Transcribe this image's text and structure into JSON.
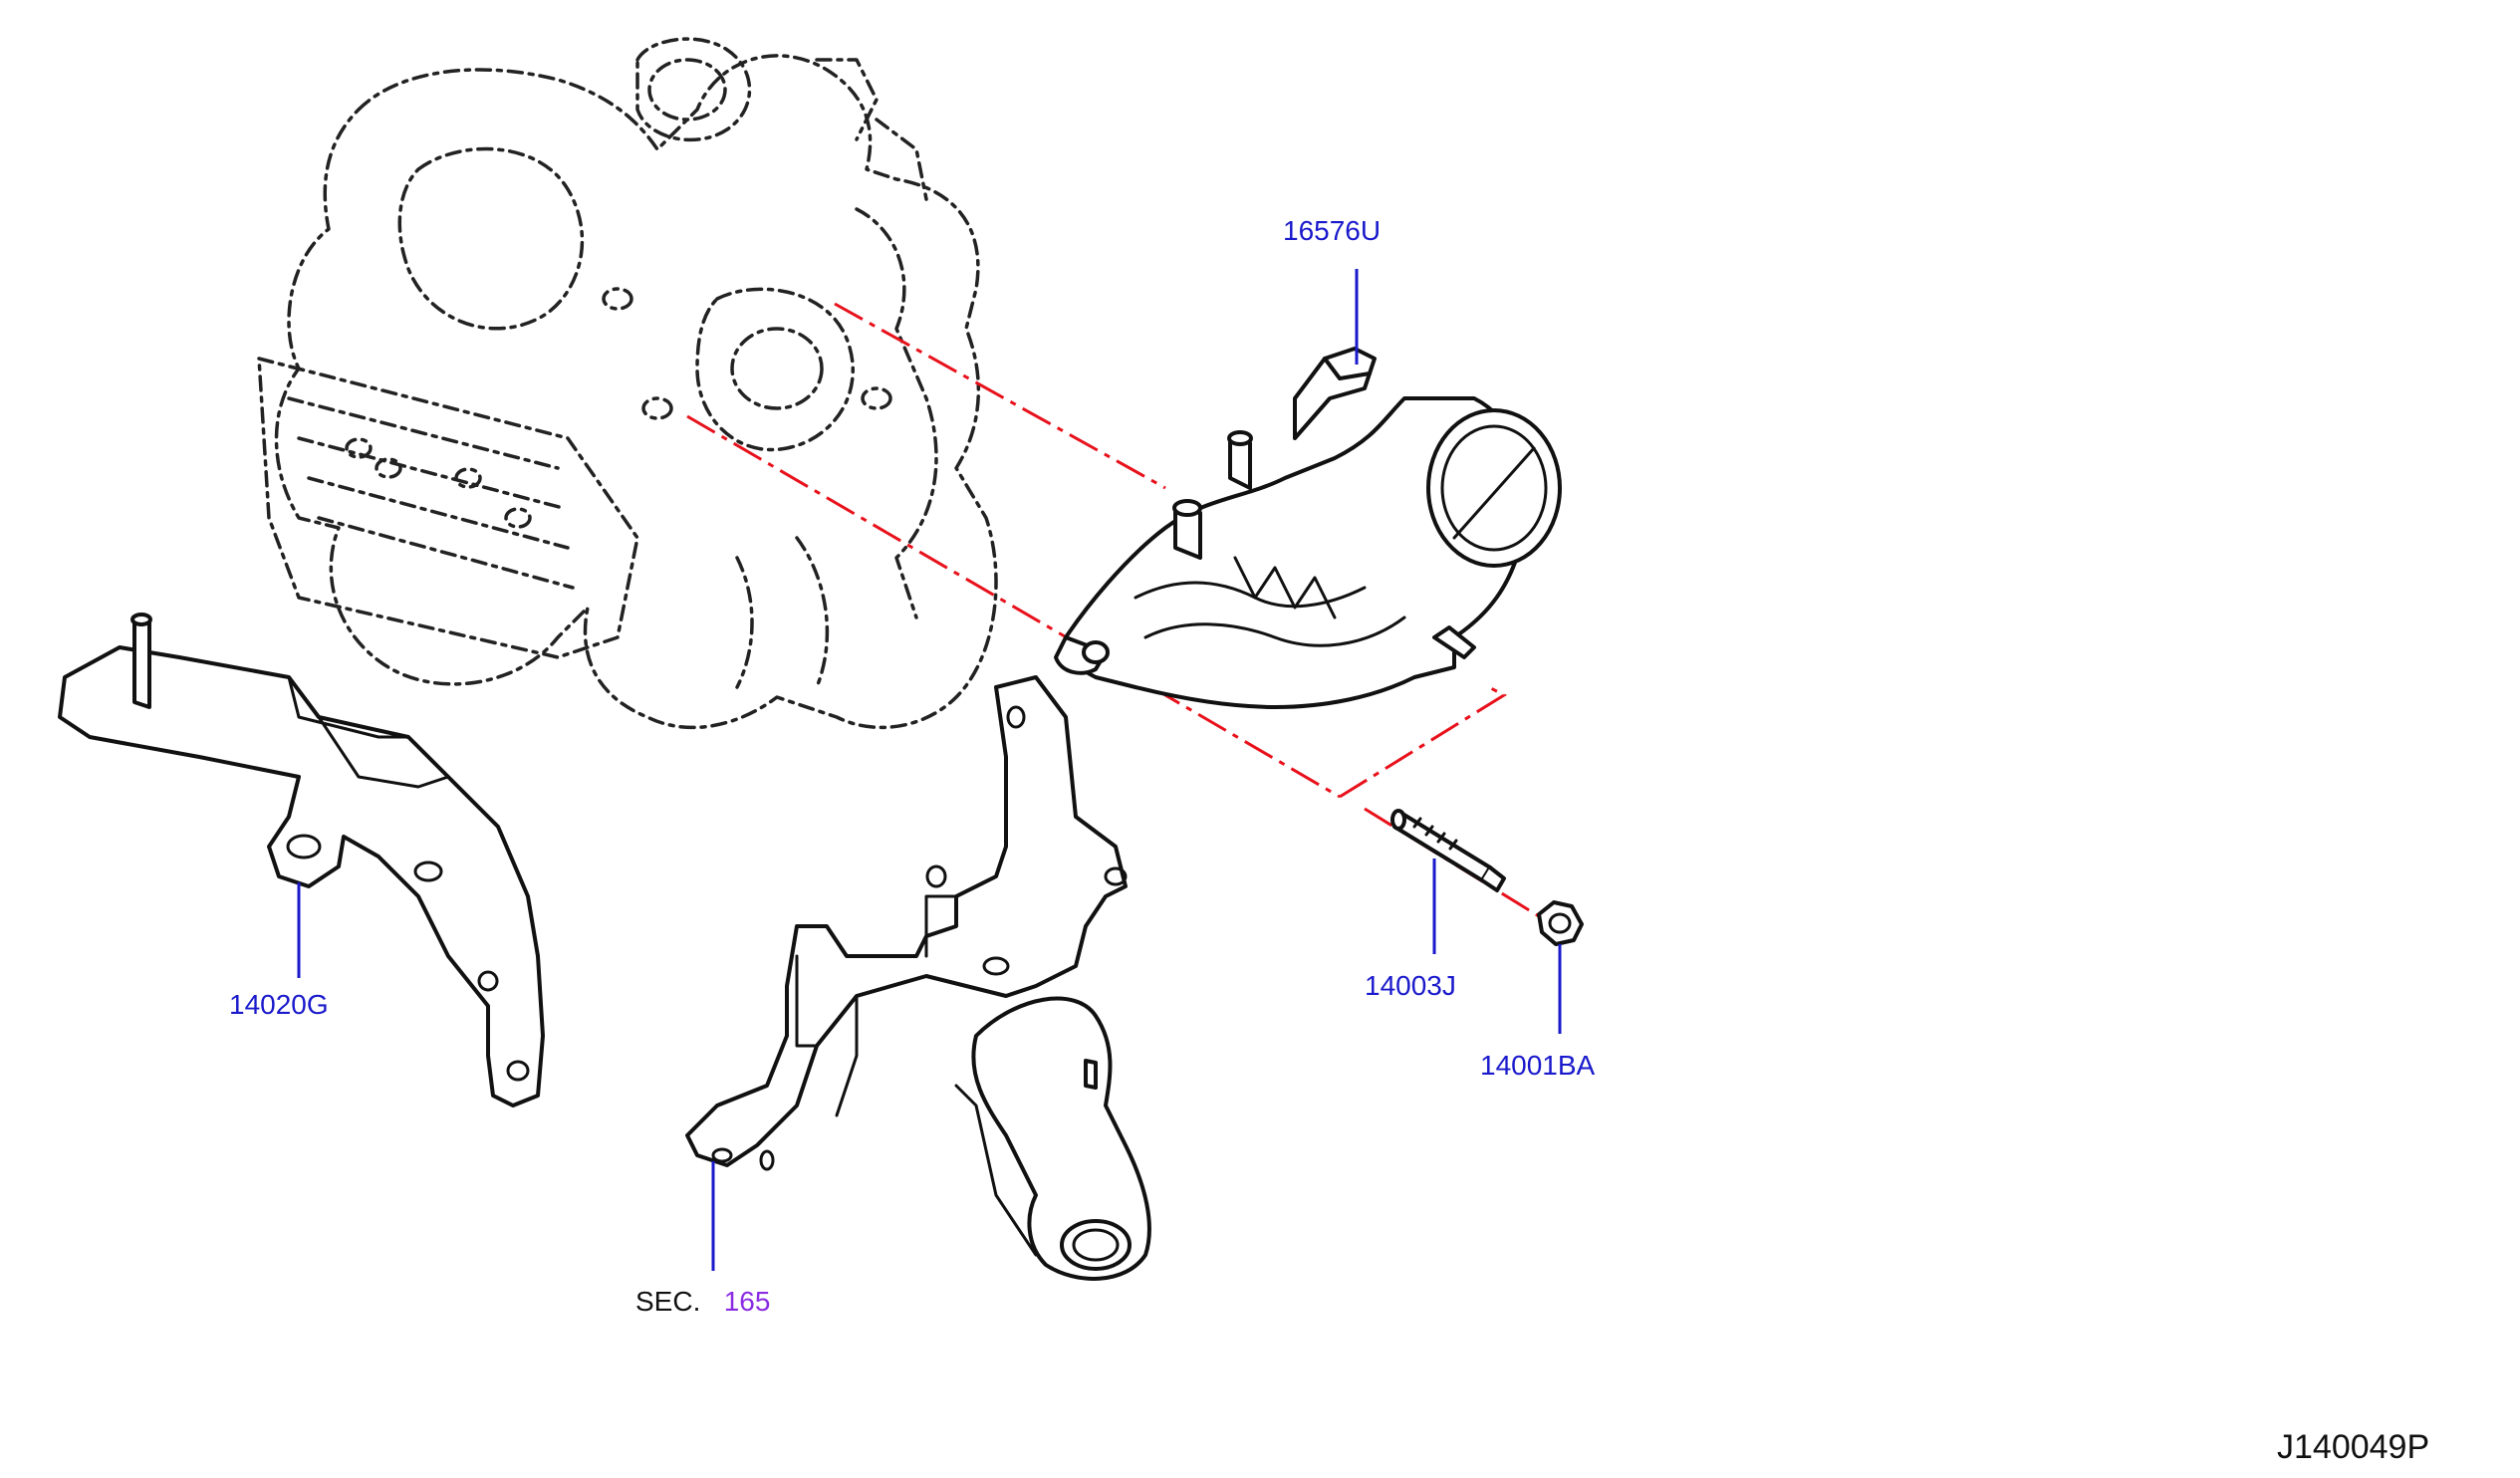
{
  "diagram": {
    "callouts": [
      {
        "id": "p16576u",
        "label": "16576U"
      },
      {
        "id": "p14003j",
        "label": "14003J"
      },
      {
        "id": "p14001ba",
        "label": "14001BA"
      },
      {
        "id": "p14020g",
        "label": "14020G"
      }
    ],
    "section_ref": {
      "prefix": "SEC.",
      "number": "165"
    },
    "figure_code": "J140049P"
  },
  "colors": {
    "part_number": "#1a1acc",
    "section_number": "#8a2be2",
    "centerline": "#e8111b",
    "line_art": "#111111"
  }
}
